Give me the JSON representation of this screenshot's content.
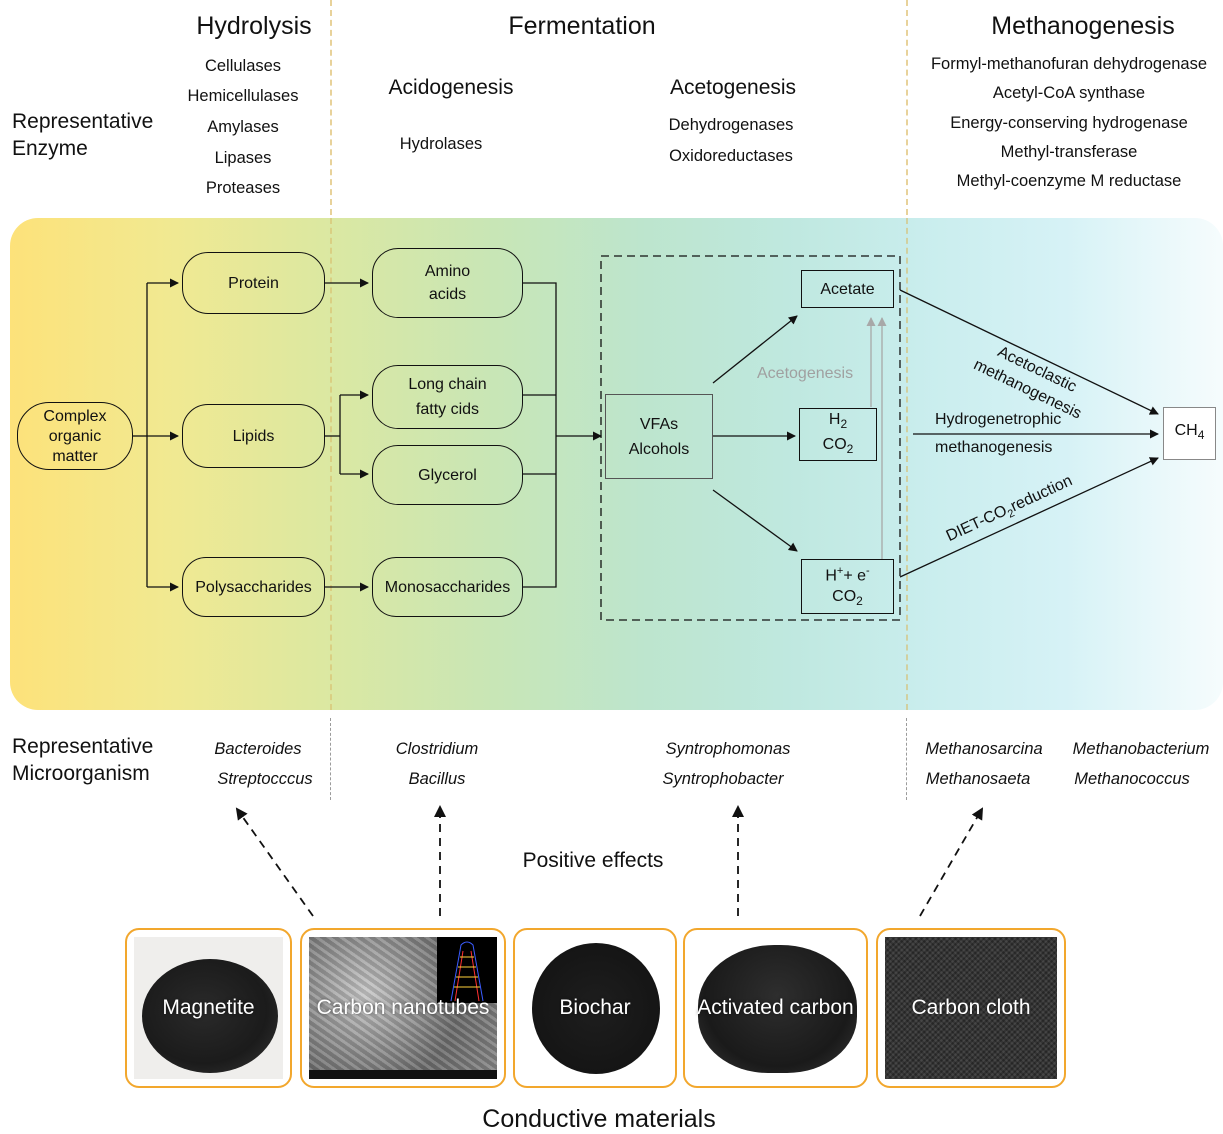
{
  "stages": {
    "hydrolysis": "Hydrolysis",
    "fermentation": "Fermentation",
    "methanogenesis": "Methanogenesis",
    "acidogenesis": "Acidogenesis",
    "acetogenesis": "Acetogenesis"
  },
  "row_labels": {
    "enzyme_line1": "Representative",
    "enzyme_line2": "Enzyme",
    "micro_line1": "Representative",
    "micro_line2": "Microorganism"
  },
  "enzymes": {
    "hydrolysis": [
      "Cellulases",
      "Hemicellulases",
      "Amylases",
      "Lipases",
      "Proteases"
    ],
    "acidogenesis": [
      "Hydrolases"
    ],
    "acetogenesis": [
      "Dehydrogenases",
      "Oxidoreductases"
    ],
    "methanogenesis": [
      "Formyl-methanofuran dehydrogenase",
      "Acetyl-CoA synthase",
      "Energy-conserving hydrogenase",
      "Methyl-transferase",
      "Methyl-coenzyme M reductase"
    ]
  },
  "nodes": {
    "complex_1": "Complex",
    "complex_2": "organic",
    "complex_3": "matter",
    "protein": "Protein",
    "lipids": "Lipids",
    "polysaccharides": "Polysaccharides",
    "amino_1": "Amino",
    "amino_2": "acids",
    "lcfa_1": "Long chain",
    "lcfa_2": "fatty cids",
    "glycerol": "Glycerol",
    "monosaccharides": "Monosaccharides",
    "vfa_1": "VFAs",
    "vfa_2": "Alcohols",
    "acetate": "Acetate",
    "h2_main": "H",
    "h2_sub": "2",
    "co2_main": "CO",
    "co2_sub": "2",
    "hplus_main": "H",
    "hplus_sup": "+",
    "hplus_plus": "+ e",
    "hplus_esup": "-",
    "co2b_main": "CO",
    "co2b_sub": "2",
    "ch4_main": "CH",
    "ch4_sub": "4"
  },
  "pathways": {
    "acetogenesis_grey": "Acetogenesis",
    "acetoclastic_1": "Acetoclastic",
    "acetoclastic_2": "methanogenesis",
    "hydrogeno_1": "Hydrogenetrophic",
    "hydrogeno_2": "methanogenesis",
    "diet_main": "DIET-CO",
    "diet_sub": "2",
    "diet_rest": "reduction"
  },
  "microorganisms": {
    "hydrolysis": [
      "Bacteroides",
      "Streptocccus"
    ],
    "acidogenesis": [
      "Clostridium",
      "Bacillus"
    ],
    "acetogenesis": [
      "Syntrophomonas",
      "Syntrophobacter"
    ],
    "methanogenesis_a": [
      "Methanosarcina",
      "Methanosaeta"
    ],
    "methanogenesis_b": [
      "Methanobacterium",
      "Methanococcus"
    ]
  },
  "positive_effects": "Positive effects",
  "materials": [
    "Magnetite",
    "Carbon nanotubes",
    "Biochar",
    "Activated carbon",
    "Carbon cloth"
  ],
  "footer": "Conductive materials",
  "colors": {
    "frame": "#f2a72d",
    "grey_text": "#a0a0a0",
    "stage_divider": "#e8d29a"
  }
}
